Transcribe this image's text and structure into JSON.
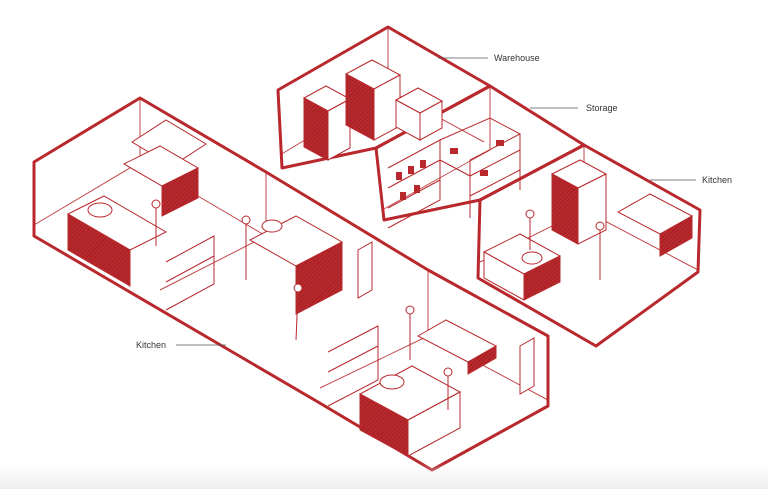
{
  "labels": {
    "warehouse": "Warehouse",
    "storage": "Storage",
    "kitchen_right": "Kitchen",
    "kitchen_left": "Kitchen"
  },
  "colors": {
    "accent": "#b8282c",
    "dark_accent": "#8f1a1d",
    "line": "#b8282c",
    "leader": "#555555",
    "text": "#333333",
    "background": "#ffffff"
  }
}
